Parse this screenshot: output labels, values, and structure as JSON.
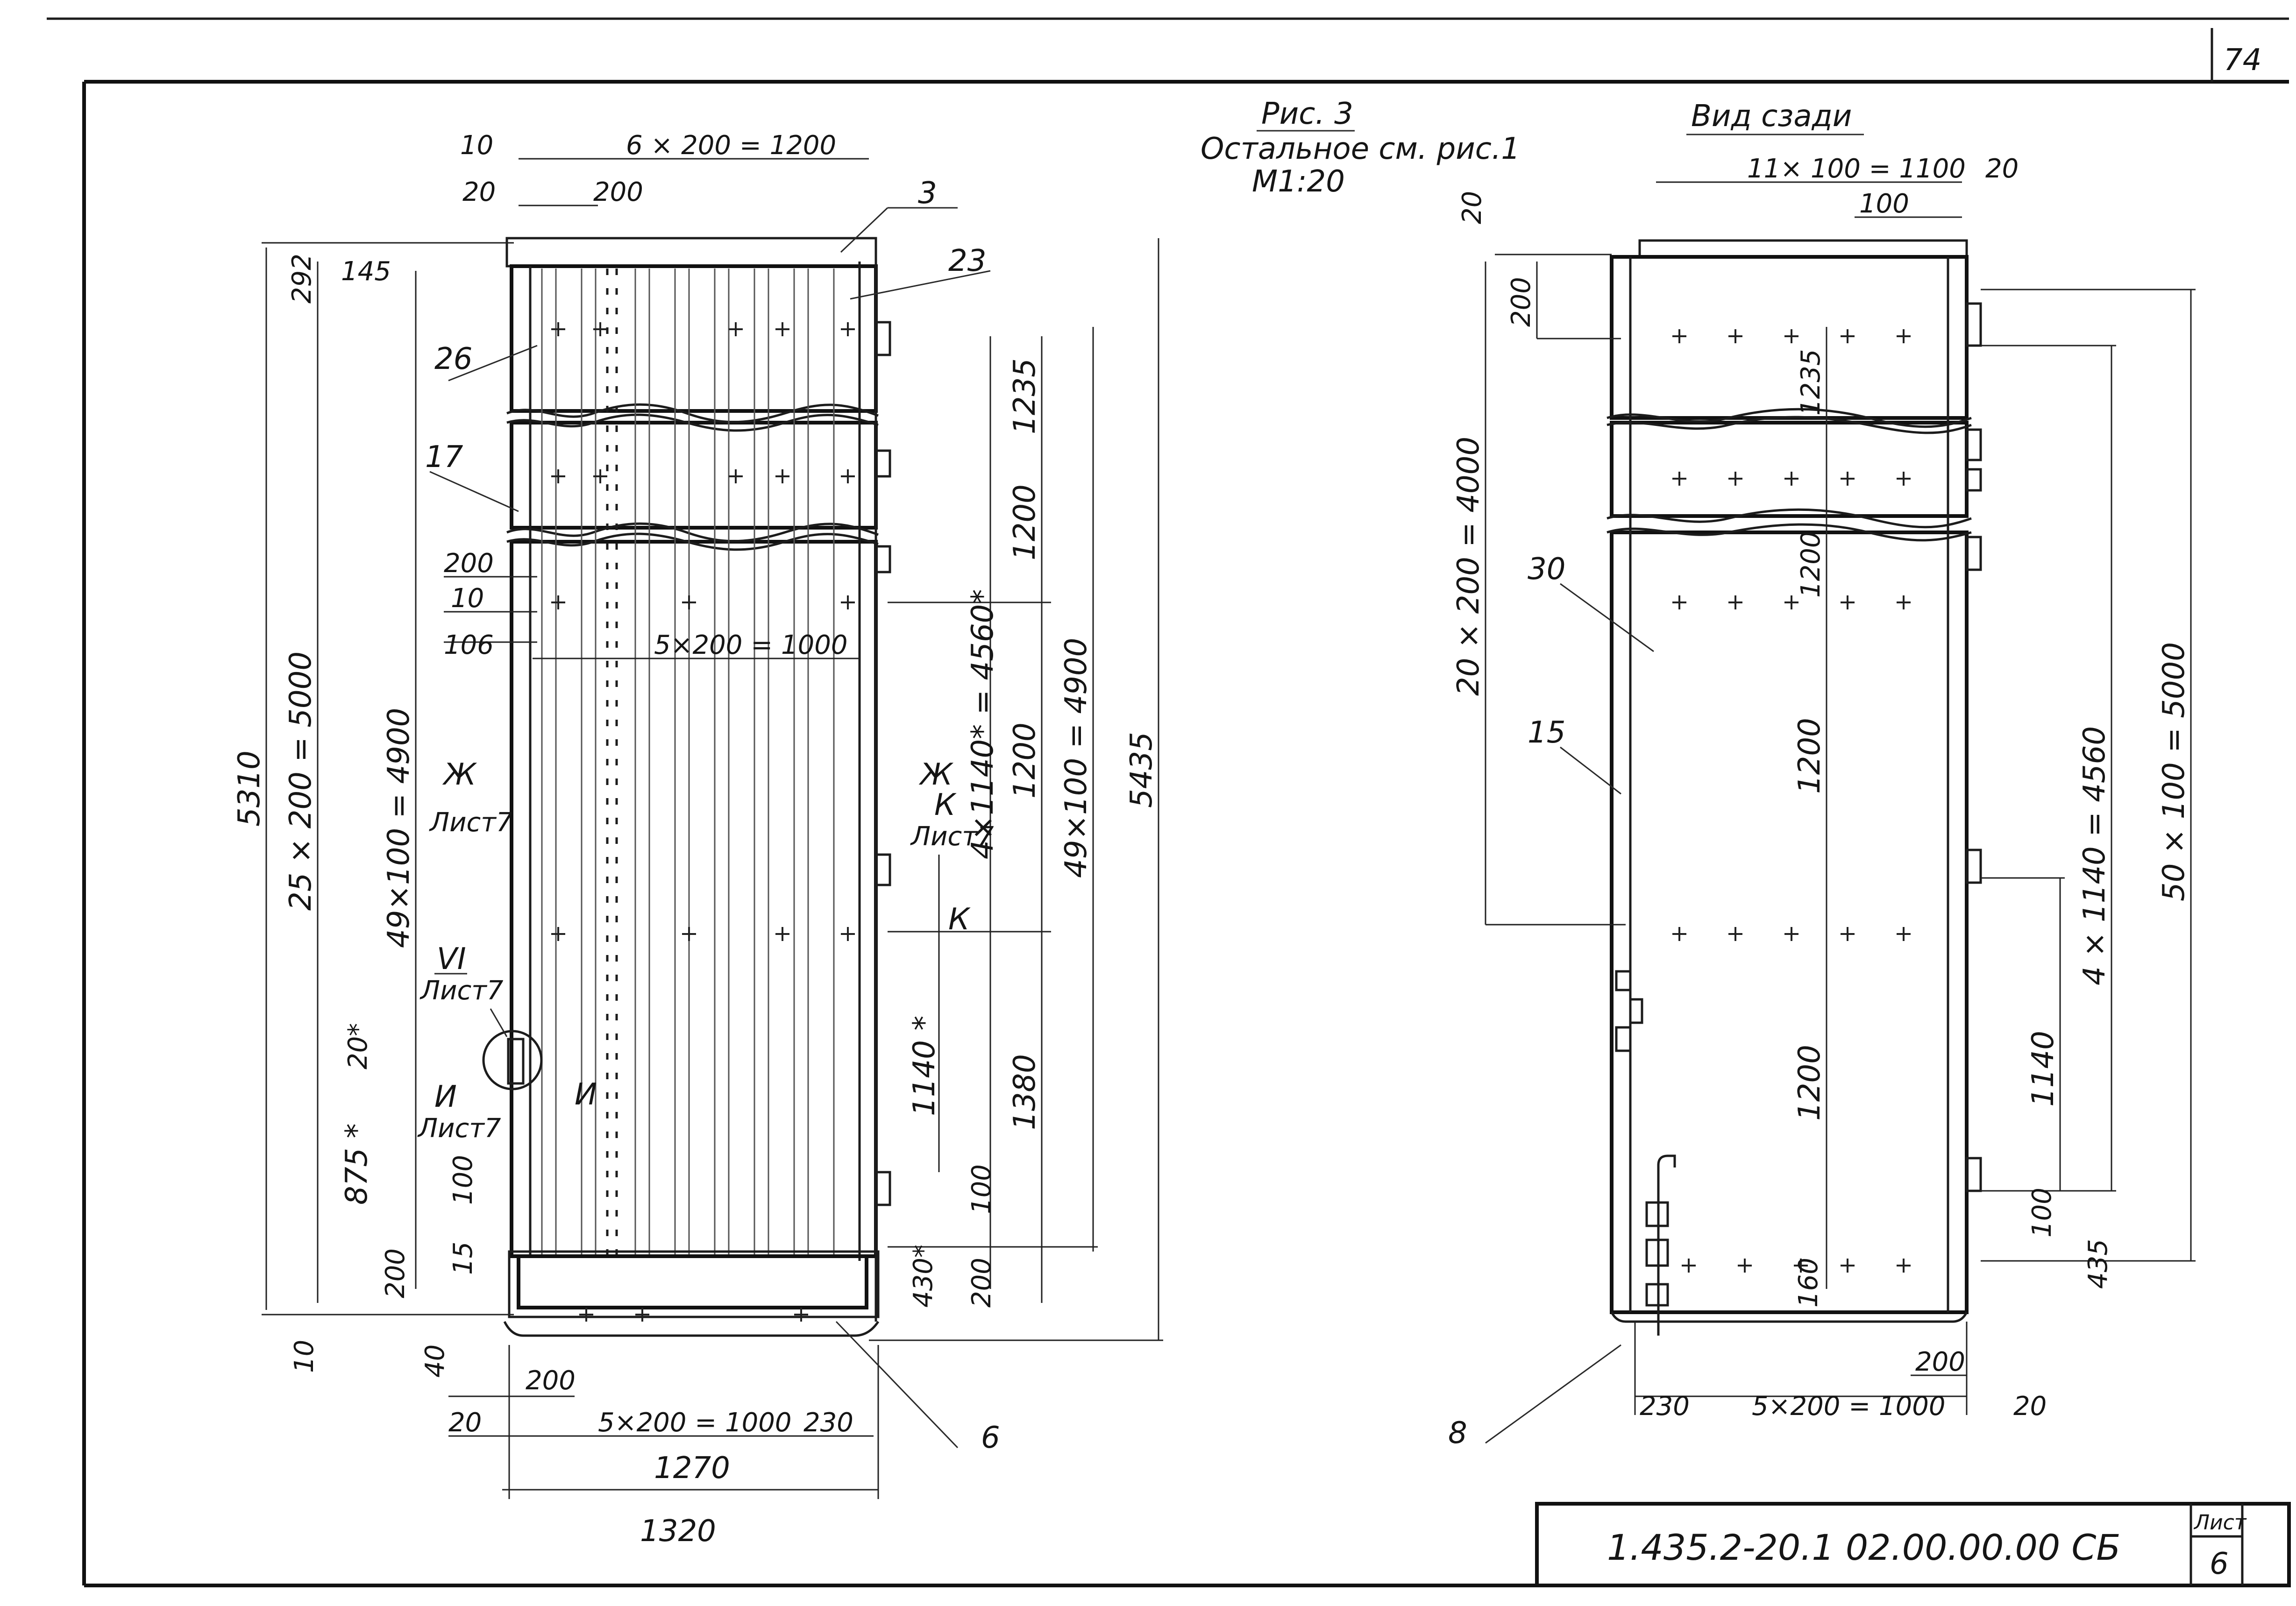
{
  "sheet": {
    "page_number": "74",
    "document_code": "1.435.2-20.1  02.00.00.00 СБ",
    "sheet_label": "Лист",
    "sheet_number": "6"
  },
  "titles": {
    "figure": "Рис. 3",
    "note": "Остальное см. рис.1",
    "scale": "М1:20",
    "rear_view": "Вид сзади"
  },
  "front_view": {
    "dims": {
      "top_10": "10",
      "top_6x200": "6 × 200 = 1200",
      "top_20": "20",
      "top_200": "200",
      "d292": "292",
      "d145": "145",
      "d5310": "5310",
      "d25x200": "25 × 200 = 5000",
      "d49x100_left": "49×100 = 4900",
      "d200a": "200",
      "d10": "10",
      "d106": "106",
      "d5x200_mid": "5×200 = 1000",
      "d1235": "1235",
      "d1200a": "1200",
      "d1200b": "1200",
      "d4x1140": "4×1140* = 4560*",
      "d49x100_right": "49×100 = 4900",
      "d5435": "5435",
      "d1140": "1140 *",
      "d1380": "1380",
      "d100r": "100",
      "d200r": "200",
      "d430": "430*",
      "d20s": "20*",
      "d875": "875 *",
      "d100l": "100",
      "d15": "15",
      "d200l": "200",
      "d10b": "10",
      "d40": "40",
      "b200": "200",
      "b20": "20",
      "b5x200": "5×200 = 1000",
      "b230": "230",
      "b1270": "1270",
      "b1320": "1320"
    },
    "callouts": {
      "c3": "3",
      "c23": "23",
      "c26": "26",
      "c17": "17",
      "c6": "6"
    },
    "sections": {
      "zh_left": "Ж",
      "zh_left_sheet": "Лист7",
      "vi": "VI",
      "vi_sheet": "Лист7",
      "i_left": "И",
      "i_right": "И",
      "i_sheet": "Лист7",
      "zh_right": "Ж",
      "k_upper": "К",
      "k_sheet": "Лист7",
      "k_lower": "К"
    }
  },
  "rear_view": {
    "dims": {
      "top_11x100": "11× 100 = 1100",
      "top_20": "20",
      "top_100": "100",
      "d20": "20",
      "d200": "200",
      "d1235": "1235",
      "d1200a": "1200",
      "d1200b": "1200",
      "d1200c": "1200",
      "d20x200": "20 × 200 = 4000",
      "d160": "160",
      "d4x1140": "4 × 1140 = 4560",
      "d50x100": "50 × 100 = 5000",
      "d1140": "1140",
      "d100": "100",
      "d435": "435",
      "b200": "200",
      "b230": "230",
      "b5x200": "5×200 = 1000",
      "b20": "20"
    },
    "callouts": {
      "c30": "30",
      "c15": "15",
      "c8": "8"
    }
  }
}
